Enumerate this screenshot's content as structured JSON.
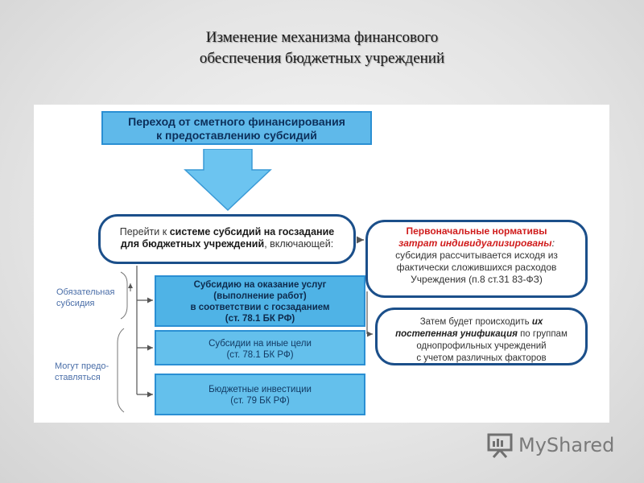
{
  "slide": {
    "title_line1": "Изменение механизма финансового",
    "title_line2": "обеспечения бюджетных учреждений"
  },
  "diagram": {
    "header": {
      "line1": "Переход от сметного финансирования",
      "line2": "к предоставлению субсидий"
    },
    "main_oval": {
      "t1": "Перейти к ",
      "t2": "системе субсидий на госзадание",
      "t3": "для бюджетных учреждений",
      "t4": ", включающей:"
    },
    "norms_oval": {
      "t1": "Первоначальные ",
      "t2": "нормативы",
      "t3": "затрат индивидуализированы",
      "t4": ":",
      "t5": "субсидия рассчитывается исходя из",
      "t6": "фактически сложившихся расходов",
      "t7": "Учреждения (п.8 ст.31 83-ФЗ)"
    },
    "unif_oval": {
      "t1": "Затем будет происходить ",
      "t2": "их",
      "t3": "постепенная унификация",
      "t4": " по группам",
      "t5": "однопрофильных учреждений",
      "t6": "с учетом различных факторов"
    },
    "subsidies": [
      {
        "line1": "Субсидию на оказание услуг",
        "line2": "(выполнение работ)",
        "line3": "в соответствии с госзаданием",
        "line4": "(ст. 78.1 БК РФ)"
      },
      {
        "line1": "Субсидии на иные цели",
        "line2": "(ст. 78.1 БК РФ)"
      },
      {
        "line1": "Бюджетные инвестиции",
        "line2": "(ст. 79 БК РФ)"
      }
    ],
    "labels": {
      "mandatory_line1": "Обязательная",
      "mandatory_line2": "субсидия",
      "may_line1": "Могут предо-",
      "may_line2": "ставляться"
    }
  },
  "logo": {
    "text": "MyShared"
  },
  "colors": {
    "header_fill": "#5fb9ea",
    "box_fill": "#4fb3e6",
    "oval_border": "#1b4f8a",
    "red_text": "#d01c1c",
    "arrow_fill": "#6cc4f0"
  }
}
